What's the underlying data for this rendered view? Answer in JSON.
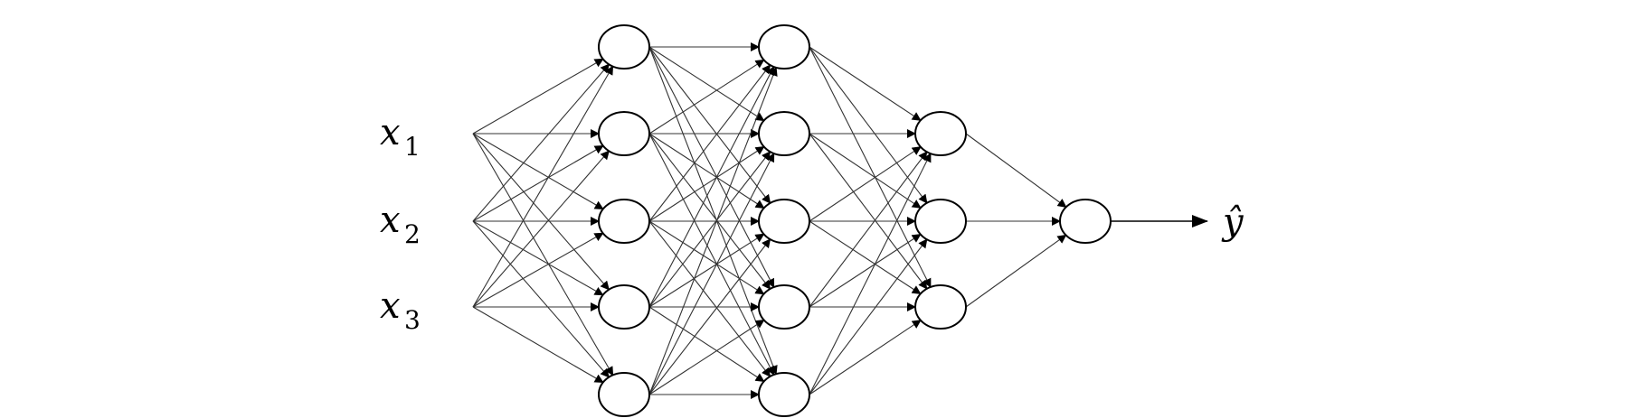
{
  "inputs": [
    {
      "symbol": "x",
      "subscript": "1"
    },
    {
      "symbol": "x",
      "subscript": "2"
    },
    {
      "symbol": "x",
      "subscript": "3"
    }
  ],
  "layers": [
    {
      "nodes": 5
    },
    {
      "nodes": 5
    },
    {
      "nodes": 3
    },
    {
      "nodes": 1
    }
  ],
  "output": {
    "symbol": "ŷ"
  },
  "colors": {
    "node_stroke": "#000000",
    "edge": "#333333",
    "background": "#ffffff"
  }
}
